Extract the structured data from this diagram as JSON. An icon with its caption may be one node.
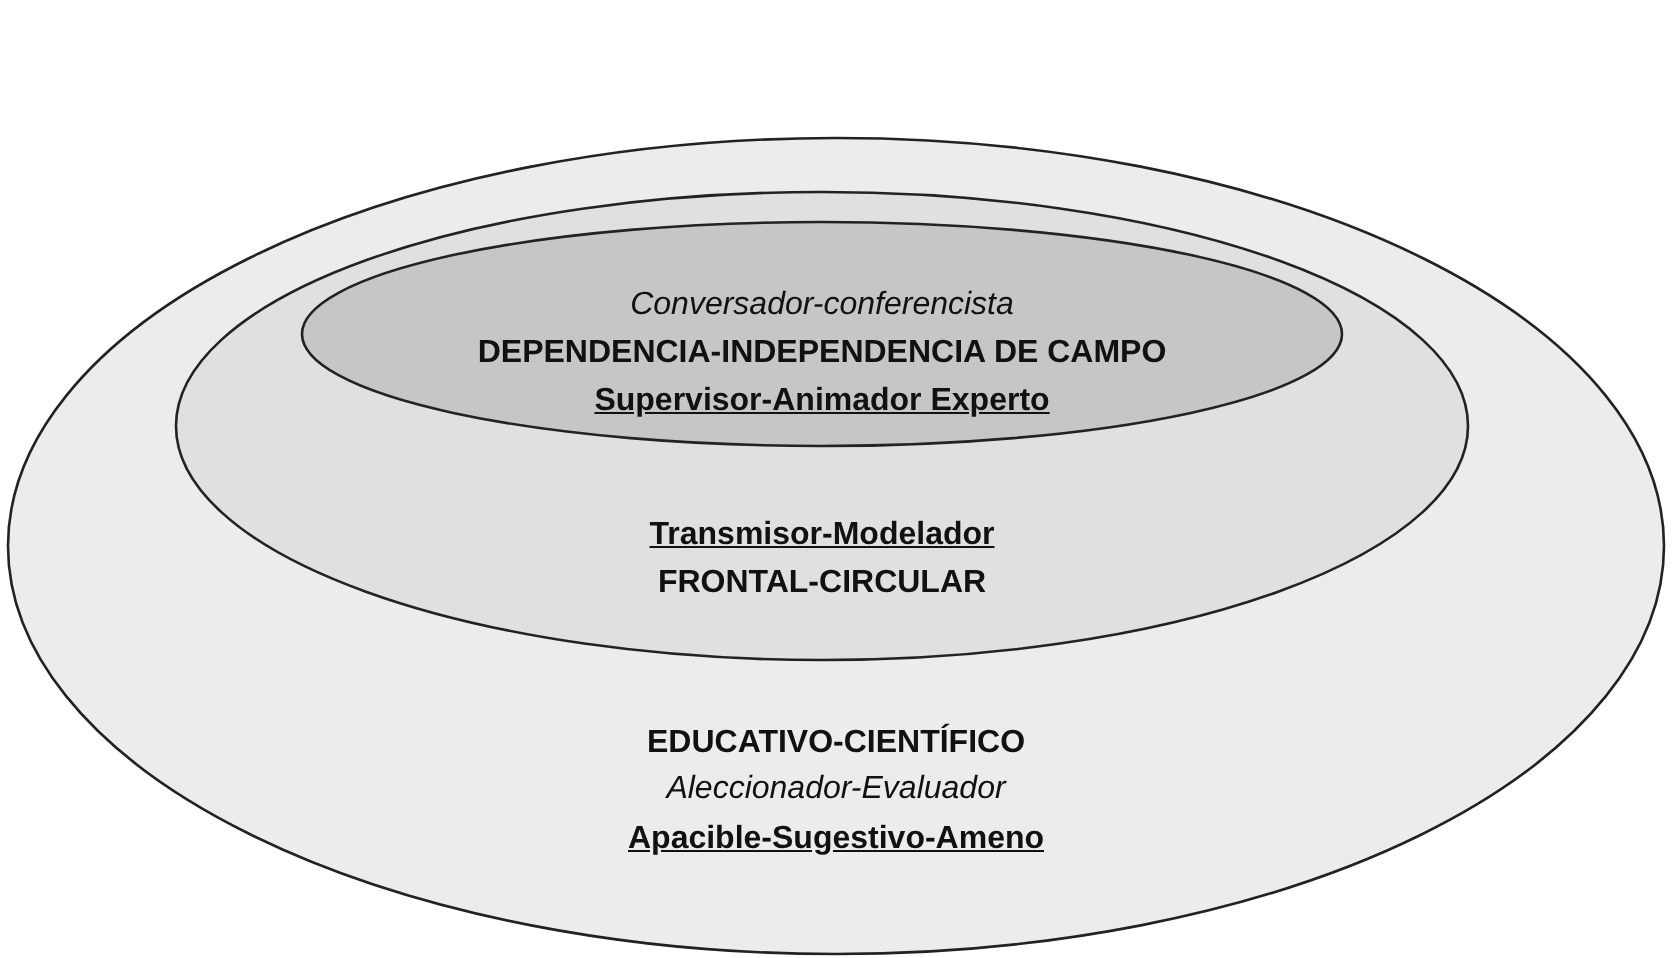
{
  "diagram": {
    "nodes": [
      {
        "text": [
          "EDUCATIVO-CIENTÍFICO",
          "Aleccionador-Evaluador",
          "Apacible-Sugestivo-Ameno"
        ]
      },
      {
        "text": [
          "Transmisor-Modelador",
          "FRONTAL-CIRCULAR"
        ],
        "in": 0
      },
      {
        "text": [
          "Conversador-conferencista",
          "DEPENDENCIA-INDEPENDENCIA DE CAMPO",
          "Supervisor-Animador Experto"
        ],
        "in": 1
      }
    ]
  }
}
